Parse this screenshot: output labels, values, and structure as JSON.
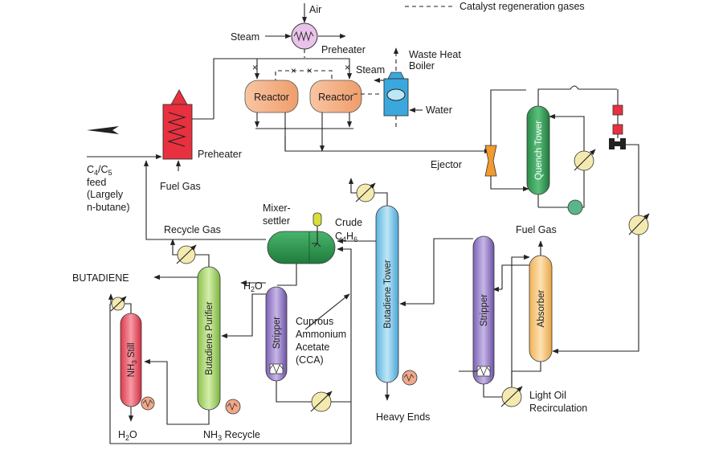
{
  "legend": {
    "dashed_line_label": "Catalyst regeneration gases"
  },
  "labels": {
    "air": "Air",
    "steam_top": "Steam",
    "preheater_top": "Preheater",
    "waste_heat_boiler_1": "Waste Heat",
    "waste_heat_boiler_2": "Boiler",
    "steam_boiler": "Steam",
    "water": "Water",
    "preheater_left": "Preheater",
    "fuel_gas_left": "Fuel Gas",
    "ejector": "Ejector",
    "feed_main": "C",
    "feed_sub4": "4",
    "feed_slash": "/C",
    "feed_sub5": "5",
    "feed_line2": "feed",
    "feed_line3": "(Largely",
    "feed_line4": "n-butane)",
    "recycle_gas": "Recycle Gas",
    "mixer_settler_1": "Mixer-",
    "mixer_settler_2": "settler",
    "crude_1": "Crude",
    "crude_c": "C",
    "crude_sub4": "4",
    "crude_h": "H",
    "crude_sub6": "6",
    "fuel_gas_right": "Fuel Gas",
    "butadiene": "BUTADIENE",
    "h2o_mid": "H",
    "h2o_mid_sub": "2",
    "h2o_mid_o": "O",
    "cca_1": "Cuprous",
    "cca_2": "Ammonium",
    "cca_3": "Acetate",
    "cca_4": "(CCA)",
    "heavy_ends": "Heavy Ends",
    "light_oil_1": "Light Oil",
    "light_oil_2": "Recirculation",
    "h2o_bottom": "H",
    "h2o_bottom_sub": "2",
    "h2o_bottom_o": "O",
    "nh3_recycle": "NH",
    "nh3_recycle_sub": "3",
    "nh3_recycle_tail": " Recycle"
  },
  "vessels": {
    "reactor_1": "Reactor",
    "reactor_2": "Reactor",
    "quench_tower": "Quench Tower",
    "butadiene_tower": "Butadiene Tower",
    "stripper_right": "Stripper",
    "absorber": "Absorber",
    "stripper_mid": "Stripper",
    "butadiene_purifier": "Butadiene Purifier",
    "nh3_still_nh": "NH",
    "nh3_still_sub": "3",
    "nh3_still_tail": " Still"
  },
  "colors": {
    "reactor": "#f7b790",
    "quench_tower": "#2e9b55",
    "mixer_settler": "#2e9b55",
    "butadiene_tower": "#7fc6e8",
    "stripper": "#9b80c8",
    "absorber": "#f5c97a",
    "purifier": "#a7d36d",
    "nh3_still": "#ec5a6b",
    "furnace": "#e8303f",
    "boiler": "#3aa8dd",
    "exchanger": "#f4eab0",
    "small_hx": "#f2a889",
    "ejector": "#f29a2e",
    "crude_pot": "#d7de3c"
  }
}
